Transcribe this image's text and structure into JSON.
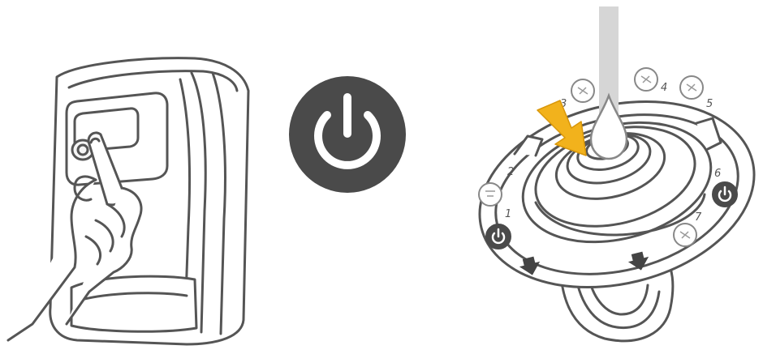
{
  "illustration": {
    "panels": [
      {
        "id": "press",
        "icon": "hand-pressing-button-icon"
      },
      {
        "id": "power",
        "icon": "power-icon"
      },
      {
        "id": "cleaning",
        "icon": "needle-clean-dial-icon"
      }
    ],
    "dial_labels": {
      "n1": "1",
      "n2": "2",
      "n3": "3",
      "n4": "4",
      "n5": "5",
      "n6": "6",
      "n7": "7"
    },
    "colors": {
      "line": "#555555",
      "power_disc": "#4a4a4a",
      "arrow_accent": "#f2b21c",
      "water": "#d6d6d6"
    }
  }
}
